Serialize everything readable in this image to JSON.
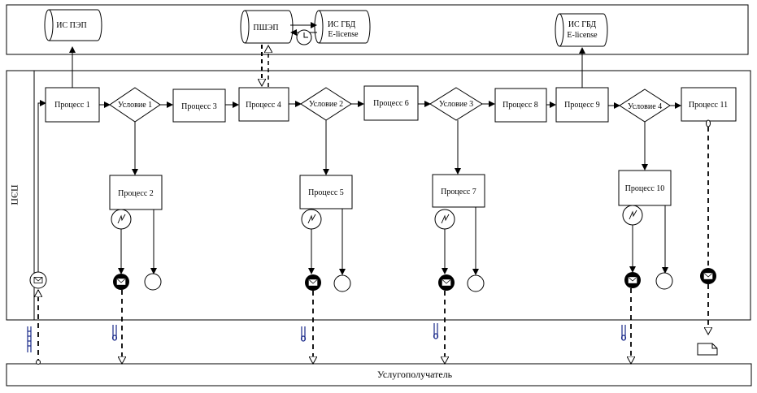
{
  "systems": {
    "is_pep": "ИС ПЭП",
    "pshep": "ПШЭП",
    "is_gbd_1": [
      "ИС ГБД",
      "E-license"
    ],
    "is_gbd_2": [
      "ИС ГБД",
      "E-license"
    ]
  },
  "lane_pep": "ПЭП",
  "lane_recipient": "Услугополучатель",
  "processes": {
    "p1": "Процесс 1",
    "p2": "Процесс 2",
    "p3": "Процесс 3",
    "p4": "Процесс 4",
    "p5": "Процесс 5",
    "p6": "Процесс 6",
    "p7": "Процесс 7",
    "p8": "Процесс 8",
    "p9": "Процесс 9",
    "p10": "Процесс 10",
    "p11": "Процесс 11"
  },
  "conditions": {
    "c1": "Условие 1",
    "c2": "Условие 2",
    "c3": "Условие 3",
    "c4": "Условие 4"
  },
  "icons": {
    "message": "envelope-icon",
    "signal": "lightning-icon",
    "end": "end-event-circle",
    "timer": "clock-icon",
    "document": "document-icon"
  }
}
